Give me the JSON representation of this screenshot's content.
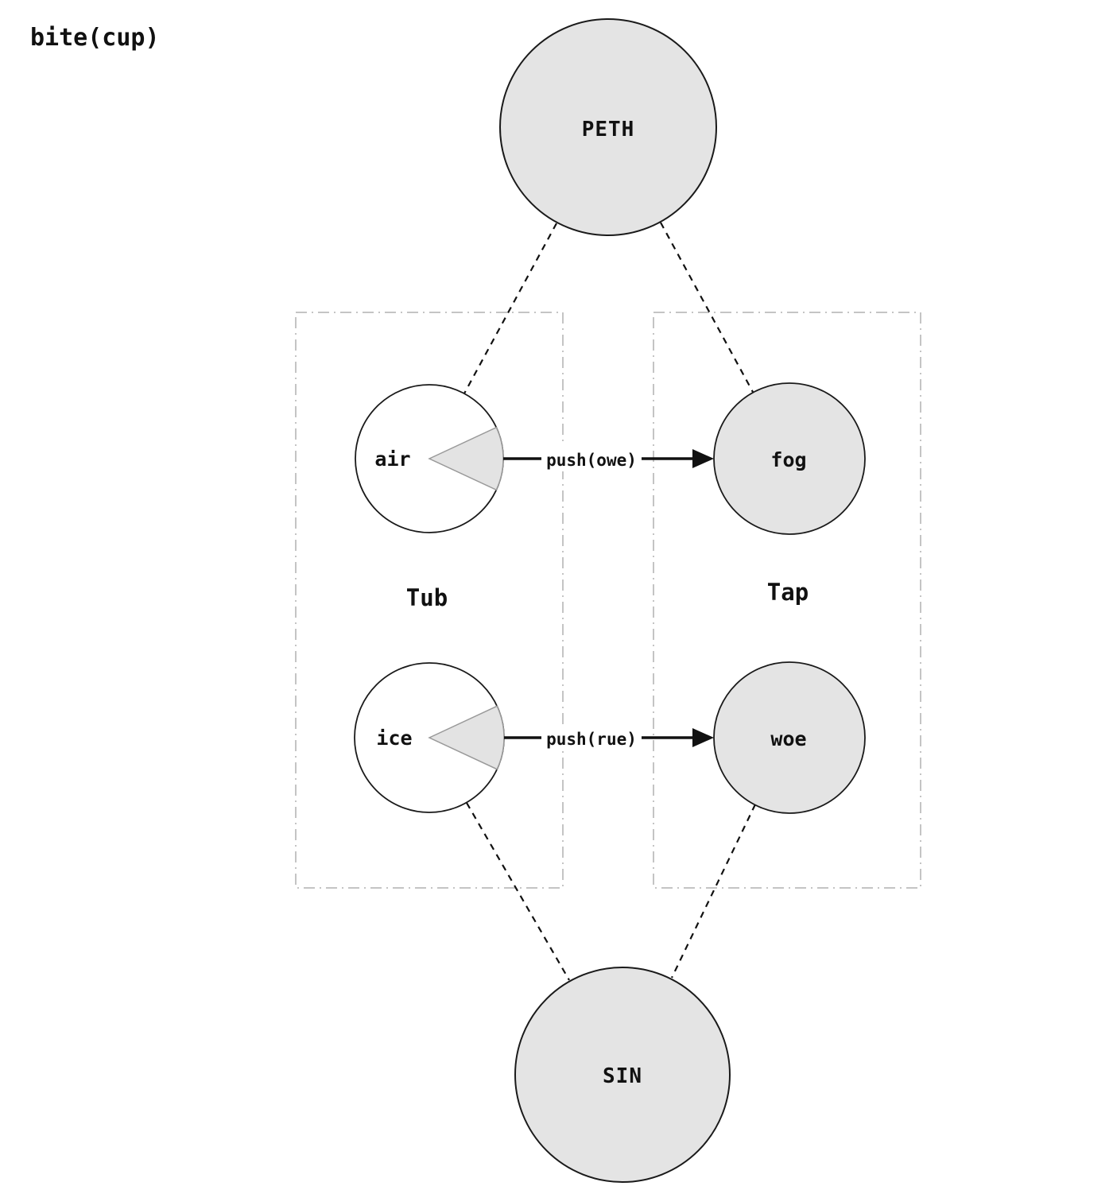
{
  "title": "bite(cup)",
  "nodes": {
    "peth": {
      "label": "PETH"
    },
    "air": {
      "label": "air"
    },
    "ice": {
      "label": "ice"
    },
    "fog": {
      "label": "fog"
    },
    "woe": {
      "label": "woe"
    },
    "sin": {
      "label": "SIN"
    }
  },
  "containers": {
    "tub": {
      "label": "Tub"
    },
    "tap": {
      "label": "Tap"
    }
  },
  "edges": {
    "air_to_fog": {
      "label": "push(owe)",
      "type": "arrow"
    },
    "ice_to_woe": {
      "label": "push(rue)",
      "type": "arrow"
    },
    "peth_to_air": {
      "type": "dashed"
    },
    "peth_to_fog": {
      "type": "dashed"
    },
    "ice_to_sin": {
      "type": "dashed"
    },
    "woe_to_sin": {
      "type": "dashed"
    }
  },
  "colors": {
    "node_fill": "#e4e4e4",
    "empty_node_fill": "#ffffff",
    "node_stroke": "#1a1a1a",
    "wedge_fill": "#e3e3e3",
    "wedge_stroke": "#999999",
    "container_border": "#b0b0b0",
    "edge_color": "#111111",
    "background": "#ffffff"
  }
}
